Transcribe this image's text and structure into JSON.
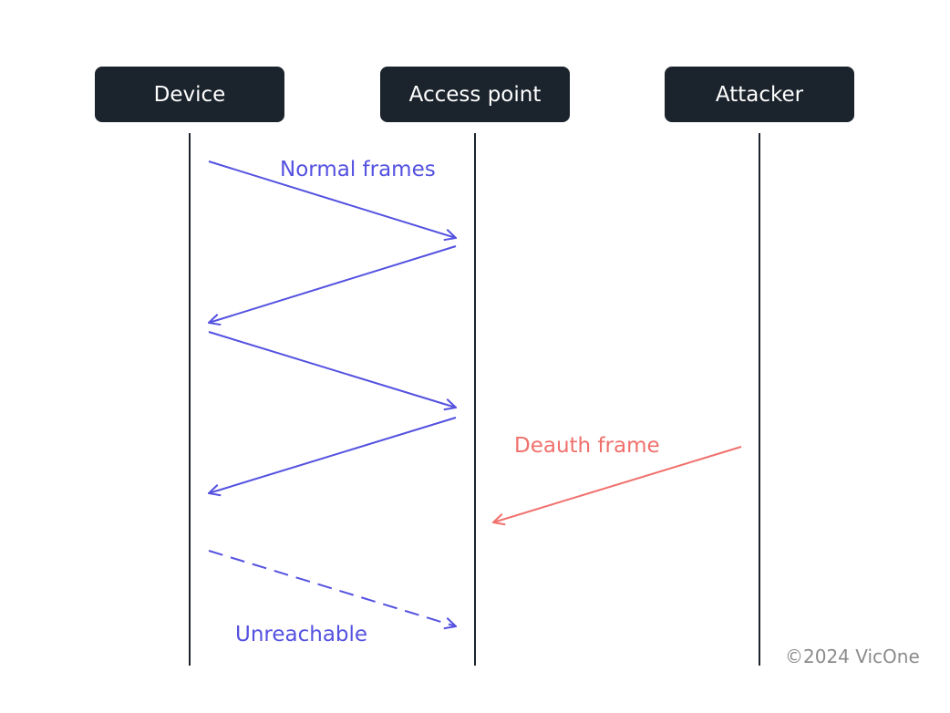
{
  "actors": [
    {
      "id": "device",
      "label": "Device"
    },
    {
      "id": "access-point",
      "label": "Access point"
    },
    {
      "id": "attacker",
      "label": "Attacker"
    }
  ],
  "labels": {
    "normal_frames": "Normal frames",
    "deauth_frame": "Deauth frame",
    "unreachable": "Unreachable"
  },
  "copyright": "©2024 VicOne",
  "colors": {
    "box_bg": "#1b232c",
    "normal": "#5451e0",
    "deauth": "#f0706c",
    "lifeline": "#1b232c",
    "copyright": "#8b8b8b"
  }
}
